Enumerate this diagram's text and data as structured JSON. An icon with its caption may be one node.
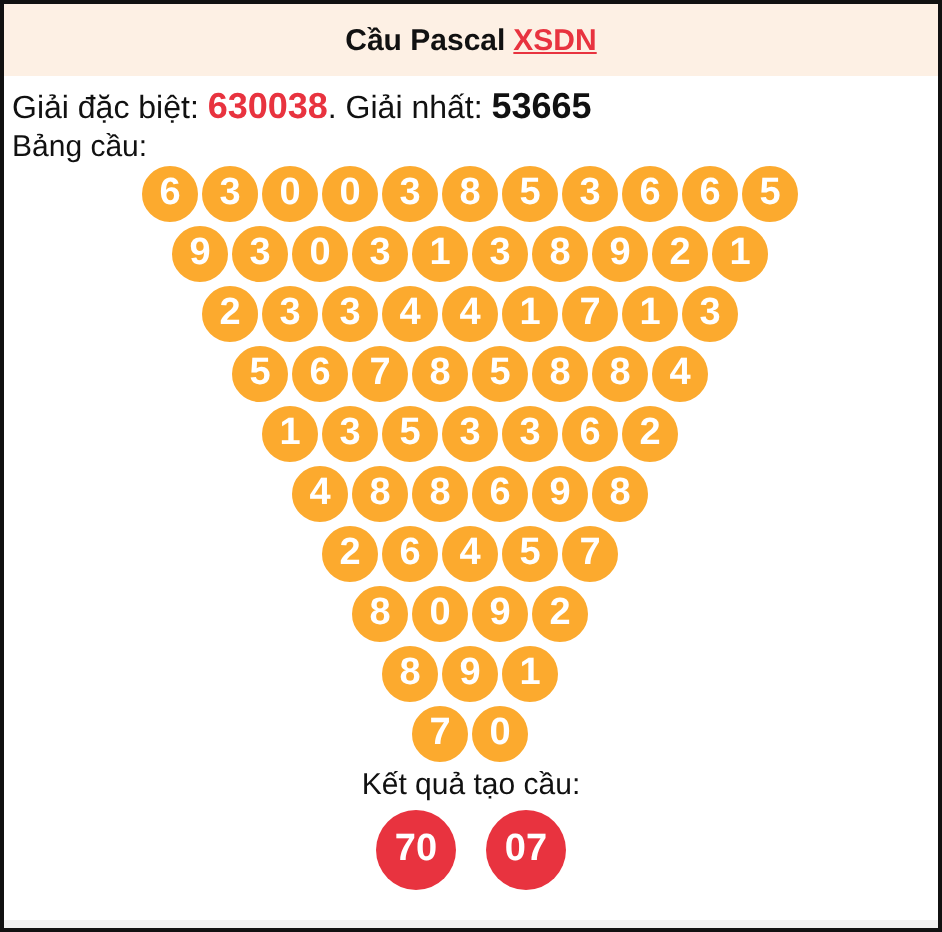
{
  "diagram": {
    "title": "Cầu Pascal",
    "nodes": [
      {
        "text": [
          "6"
        ]
      },
      {
        "text": [
          "3"
        ]
      },
      {
        "text": [
          "0"
        ]
      },
      {
        "text": [
          "0"
        ]
      },
      {
        "text": [
          "3"
        ]
      },
      {
        "text": [
          "8"
        ]
      },
      {
        "text": [
          "5"
        ]
      },
      {
        "text": [
          "3"
        ]
      },
      {
        "text": [
          "6"
        ]
      },
      {
        "text": [
          "6"
        ]
      },
      {
        "text": [
          "5"
        ]
      },
      {
        "text": [
          "9"
        ]
      },
      {
        "text": [
          "3"
        ]
      },
      {
        "text": [
          "0"
        ]
      },
      {
        "text": [
          "3"
        ]
      },
      {
        "text": [
          "1"
        ]
      },
      {
        "text": [
          "3"
        ]
      },
      {
        "text": [
          "8"
        ]
      },
      {
        "text": [
          "9"
        ]
      },
      {
        "text": [
          "2"
        ]
      },
      {
        "text": [
          "1"
        ]
      },
      {
        "text": [
          "2"
        ]
      },
      {
        "text": [
          "3"
        ]
      },
      {
        "text": [
          "3"
        ]
      },
      {
        "text": [
          "4"
        ]
      },
      {
        "text": [
          "4"
        ]
      },
      {
        "text": [
          "1"
        ]
      },
      {
        "text": [
          "7"
        ]
      },
      {
        "text": [
          "1"
        ]
      },
      {
        "text": [
          "3"
        ]
      },
      {
        "text": [
          "5"
        ]
      },
      {
        "text": [
          "6"
        ]
      },
      {
        "text": [
          "7"
        ]
      },
      {
        "text": [
          "8"
        ]
      },
      {
        "text": [
          "5"
        ]
      },
      {
        "text": [
          "8"
        ]
      },
      {
        "text": [
          "8"
        ]
      },
      {
        "text": [
          "4"
        ]
      },
      {
        "text": [
          "1"
        ]
      },
      {
        "text": [
          "3"
        ]
      },
      {
        "text": [
          "5"
        ]
      },
      {
        "text": [
          "3"
        ]
      },
      {
        "text": [
          "3"
        ]
      },
      {
        "text": [
          "6"
        ]
      },
      {
        "text": [
          "2"
        ]
      },
      {
        "text": [
          "4"
        ]
      },
      {
        "text": [
          "8"
        ]
      },
      {
        "text": [
          "8"
        ]
      },
      {
        "text": [
          "6"
        ]
      },
      {
        "text": [
          "9"
        ]
      },
      {
        "text": [
          "8"
        ]
      },
      {
        "text": [
          "2"
        ]
      },
      {
        "text": [
          "6"
        ]
      },
      {
        "text": [
          "4"
        ]
      },
      {
        "text": [
          "5"
        ]
      },
      {
        "text": [
          "7"
        ]
      },
      {
        "text": [
          "8"
        ]
      },
      {
        "text": [
          "0"
        ]
      },
      {
        "text": [
          "9"
        ]
      },
      {
        "text": [
          "2"
        ]
      },
      {
        "text": [
          "8"
        ]
      },
      {
        "text": [
          "9"
        ]
      },
      {
        "text": [
          "1"
        ]
      },
      {
        "text": [
          "7"
        ]
      },
      {
        "text": [
          "0"
        ]
      },
      {
        "text": [
          "70"
        ]
      },
      {
        "text": [
          "07"
        ]
      }
    ],
    "labels": [
      "XSDN",
      "Giải đặc biệt: **630038**. Giải nhất: **53665**",
      "Bảng cầu:",
      "Kết quả tạo cầu:"
    ]
  }
}
